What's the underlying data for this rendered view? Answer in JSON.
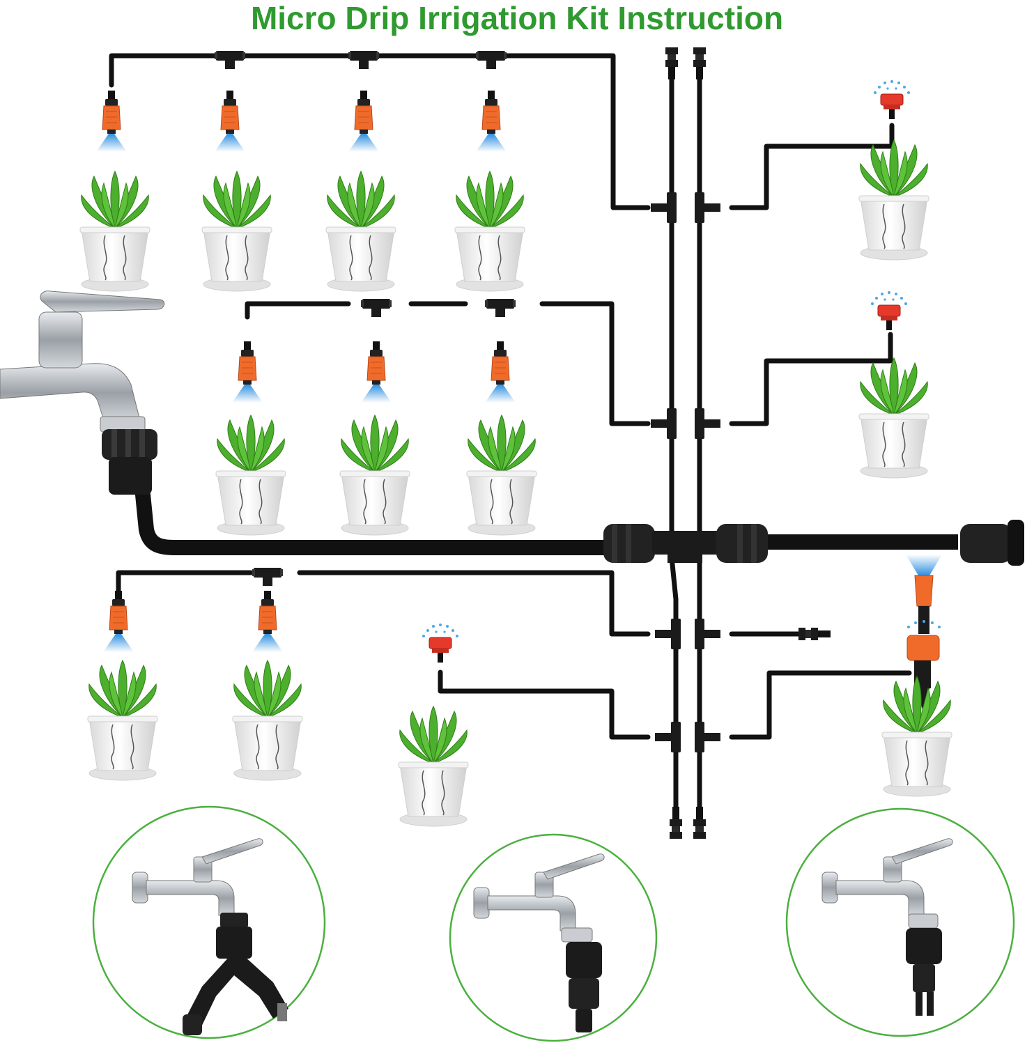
{
  "title": "Micro Drip Irrigation Kit Instruction",
  "colors": {
    "title": "#2f9a2f",
    "tube": "#111111",
    "dripper_orange": "#f06b2a",
    "sprinkler_red": "#e53a2b",
    "spray_blue": "#4aa8e6",
    "leaf_green": "#4caf2d",
    "pot": "#eeeeee",
    "circle_border": "#4bb03f",
    "faucet_metal": "#b7bcc2"
  },
  "icons": [
    "faucet-icon",
    "hose-connector-icon",
    "tee-connector-icon",
    "adjustable-dripper-icon",
    "rotary-sprinkler-icon",
    "potted-plant-icon",
    "end-cap-icon",
    "tube-plug-icon"
  ],
  "inset_setups": [
    "faucet-with-y-splitter",
    "faucet-with-quick-connector",
    "faucet-with-tube-adapter"
  ]
}
